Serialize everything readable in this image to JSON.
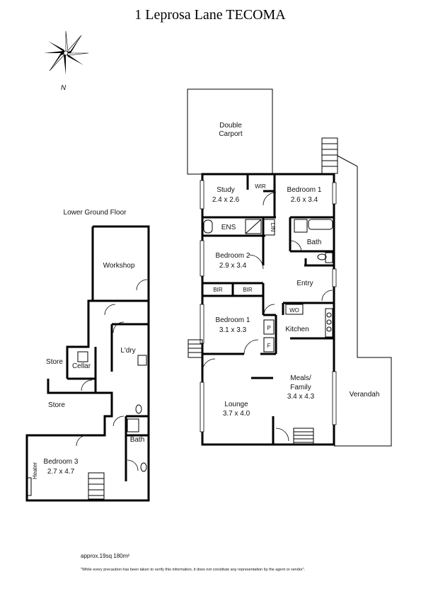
{
  "title": "1 Leprosa Lane TECOMA",
  "compass": {
    "label": "N"
  },
  "lower_floor": {
    "heading": "Lower Ground Floor",
    "rooms": {
      "workshop": "Workshop",
      "laundry": "L'dry",
      "cellar": "Cellar",
      "store_upper": "Store",
      "store_lower": "Store",
      "bath": "Bath",
      "bedroom3_name": "Bedroom 3",
      "bedroom3_size": "2.7 x 4.7",
      "heater": "Heater"
    }
  },
  "upper_floor": {
    "rooms": {
      "carport_line1": "Double",
      "carport_line2": "Carport",
      "study_name": "Study",
      "study_size": "2.4 x 2.6",
      "wir": "WIR",
      "bed1_top_name": "Bedroom 1",
      "bed1_top_size": "2.6 x 3.4",
      "ens": "ENS",
      "lin": "LIN",
      "bath": "Bath",
      "bed2_name": "Bedroom 2",
      "bed2_size": "2.9 x 3.4",
      "bir1": "BIR",
      "bir2": "BIR",
      "entry": "Entry",
      "bed1_name": "Bedroom 1",
      "bed1_size": "3.1 x 3.3",
      "wo": "WO",
      "kitchen": "Kitchen",
      "pantry": "P",
      "fridge": "F",
      "meals_line1": "Meals/",
      "meals_line2": "Family",
      "meals_size": "3.4 x 4.3",
      "lounge_name": "Lounge",
      "lounge_size": "3.7 x 4.0",
      "verandah": "Verandah"
    }
  },
  "area_text": "approx.19sq 180m²",
  "disclaimer": "\"While every precaution has been taken to verify this information, it does not constitute any representation by the agent or vendor\"."
}
